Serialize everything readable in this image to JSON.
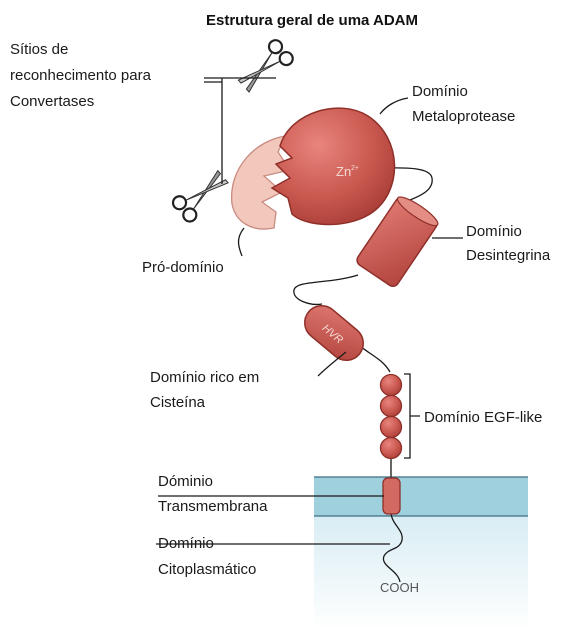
{
  "title": "Estrutura geral de uma ADAM",
  "labels": {
    "sitios": [
      "Sítios de",
      "reconhecimento para",
      "Convertases"
    ],
    "metaloprotease": [
      "Domínio",
      "Metaloprotease"
    ],
    "desintegrina": [
      "Domínio",
      "Desintegrina"
    ],
    "prodominio": [
      "Pró-domínio"
    ],
    "cisteina": [
      "Domínio rico em",
      "Cisteína"
    ],
    "egf": [
      "Domínio EGF-like"
    ],
    "transmembrana": [
      "Dóminio",
      "Transmembrana"
    ],
    "citoplasmatico": [
      "Domínio",
      "Citoplasmático"
    ]
  },
  "shape_text": {
    "zinc": "Zn",
    "zinc_sup": "2+",
    "hvr": "HVR",
    "cooh": "COOH"
  },
  "colors": {
    "domain_fill": "#c9584f",
    "domain_stroke": "#8f2f29",
    "prodomain_fill": "#f2c7bc",
    "membrane_fill": "#9fd0de",
    "cytoplasm_fill": "#dff0f6"
  }
}
